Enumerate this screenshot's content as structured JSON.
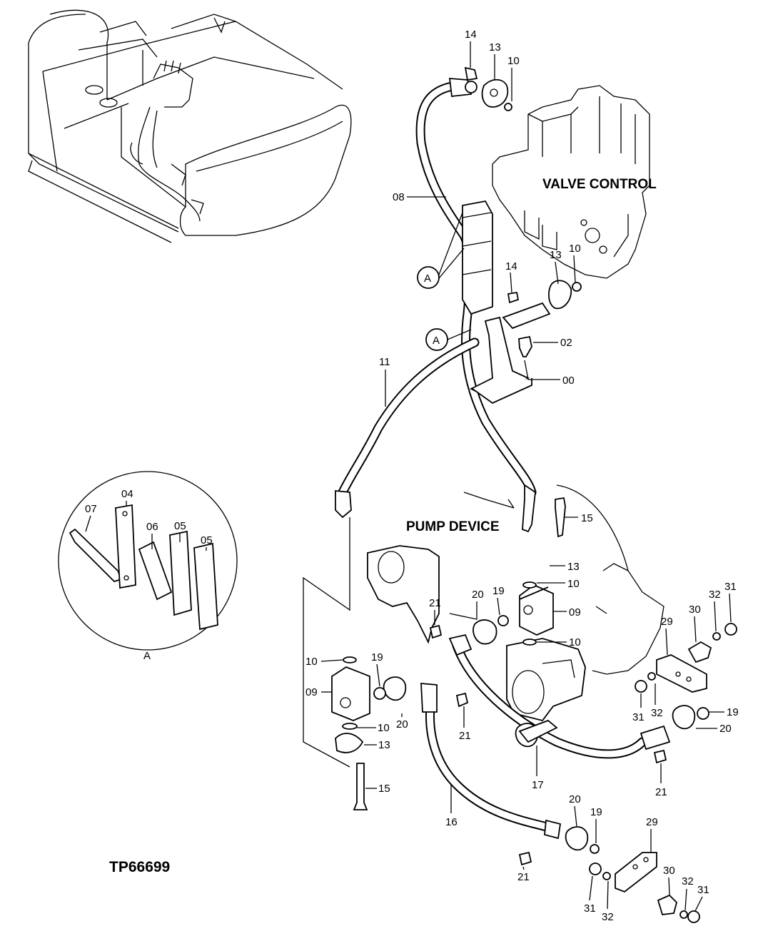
{
  "figure_code": "TP66699",
  "section_labels": {
    "valve_control": "VALVE CONTROL",
    "pump_device": "PUMP DEVICE"
  },
  "detail": {
    "callout": "A",
    "caption": "A"
  },
  "callouts": [
    {
      "id": "14a",
      "text": "14"
    },
    {
      "id": "13a",
      "text": "13"
    },
    {
      "id": "10a",
      "text": "10"
    },
    {
      "id": "08",
      "text": "08"
    },
    {
      "id": "13b",
      "text": "13"
    },
    {
      "id": "10b",
      "text": "10"
    },
    {
      "id": "14b",
      "text": "14"
    },
    {
      "id": "02",
      "text": "02"
    },
    {
      "id": "00",
      "text": "00"
    },
    {
      "id": "11",
      "text": "11"
    },
    {
      "id": "15a",
      "text": "15"
    },
    {
      "id": "13c",
      "text": "13"
    },
    {
      "id": "10c",
      "text": "10"
    },
    {
      "id": "21a",
      "text": "21"
    },
    {
      "id": "20a",
      "text": "20"
    },
    {
      "id": "19a",
      "text": "19"
    },
    {
      "id": "09a",
      "text": "09"
    },
    {
      "id": "10d",
      "text": "10"
    },
    {
      "id": "31a",
      "text": "31"
    },
    {
      "id": "32a",
      "text": "32"
    },
    {
      "id": "30a",
      "text": "30"
    },
    {
      "id": "29a",
      "text": "29"
    },
    {
      "id": "10e",
      "text": "10"
    },
    {
      "id": "19b",
      "text": "19"
    },
    {
      "id": "09b",
      "text": "09"
    },
    {
      "id": "10f",
      "text": "10"
    },
    {
      "id": "20b",
      "text": "20"
    },
    {
      "id": "21b",
      "text": "21"
    },
    {
      "id": "13d",
      "text": "13"
    },
    {
      "id": "15b",
      "text": "15"
    },
    {
      "id": "31b",
      "text": "31"
    },
    {
      "id": "32b",
      "text": "32"
    },
    {
      "id": "19c",
      "text": "19"
    },
    {
      "id": "20c",
      "text": "20"
    },
    {
      "id": "21c",
      "text": "21"
    },
    {
      "id": "17",
      "text": "17"
    },
    {
      "id": "16",
      "text": "16"
    },
    {
      "id": "20d",
      "text": "20"
    },
    {
      "id": "19d",
      "text": "19"
    },
    {
      "id": "29b",
      "text": "29"
    },
    {
      "id": "21d",
      "text": "21"
    },
    {
      "id": "31c",
      "text": "31"
    },
    {
      "id": "32c",
      "text": "32"
    },
    {
      "id": "30b",
      "text": "30"
    },
    {
      "id": "32d",
      "text": "32"
    },
    {
      "id": "31d",
      "text": "31"
    },
    {
      "id": "04",
      "text": "04"
    },
    {
      "id": "07",
      "text": "07"
    },
    {
      "id": "05a",
      "text": "05"
    },
    {
      "id": "06",
      "text": "06"
    },
    {
      "id": "05b",
      "text": "05"
    }
  ]
}
